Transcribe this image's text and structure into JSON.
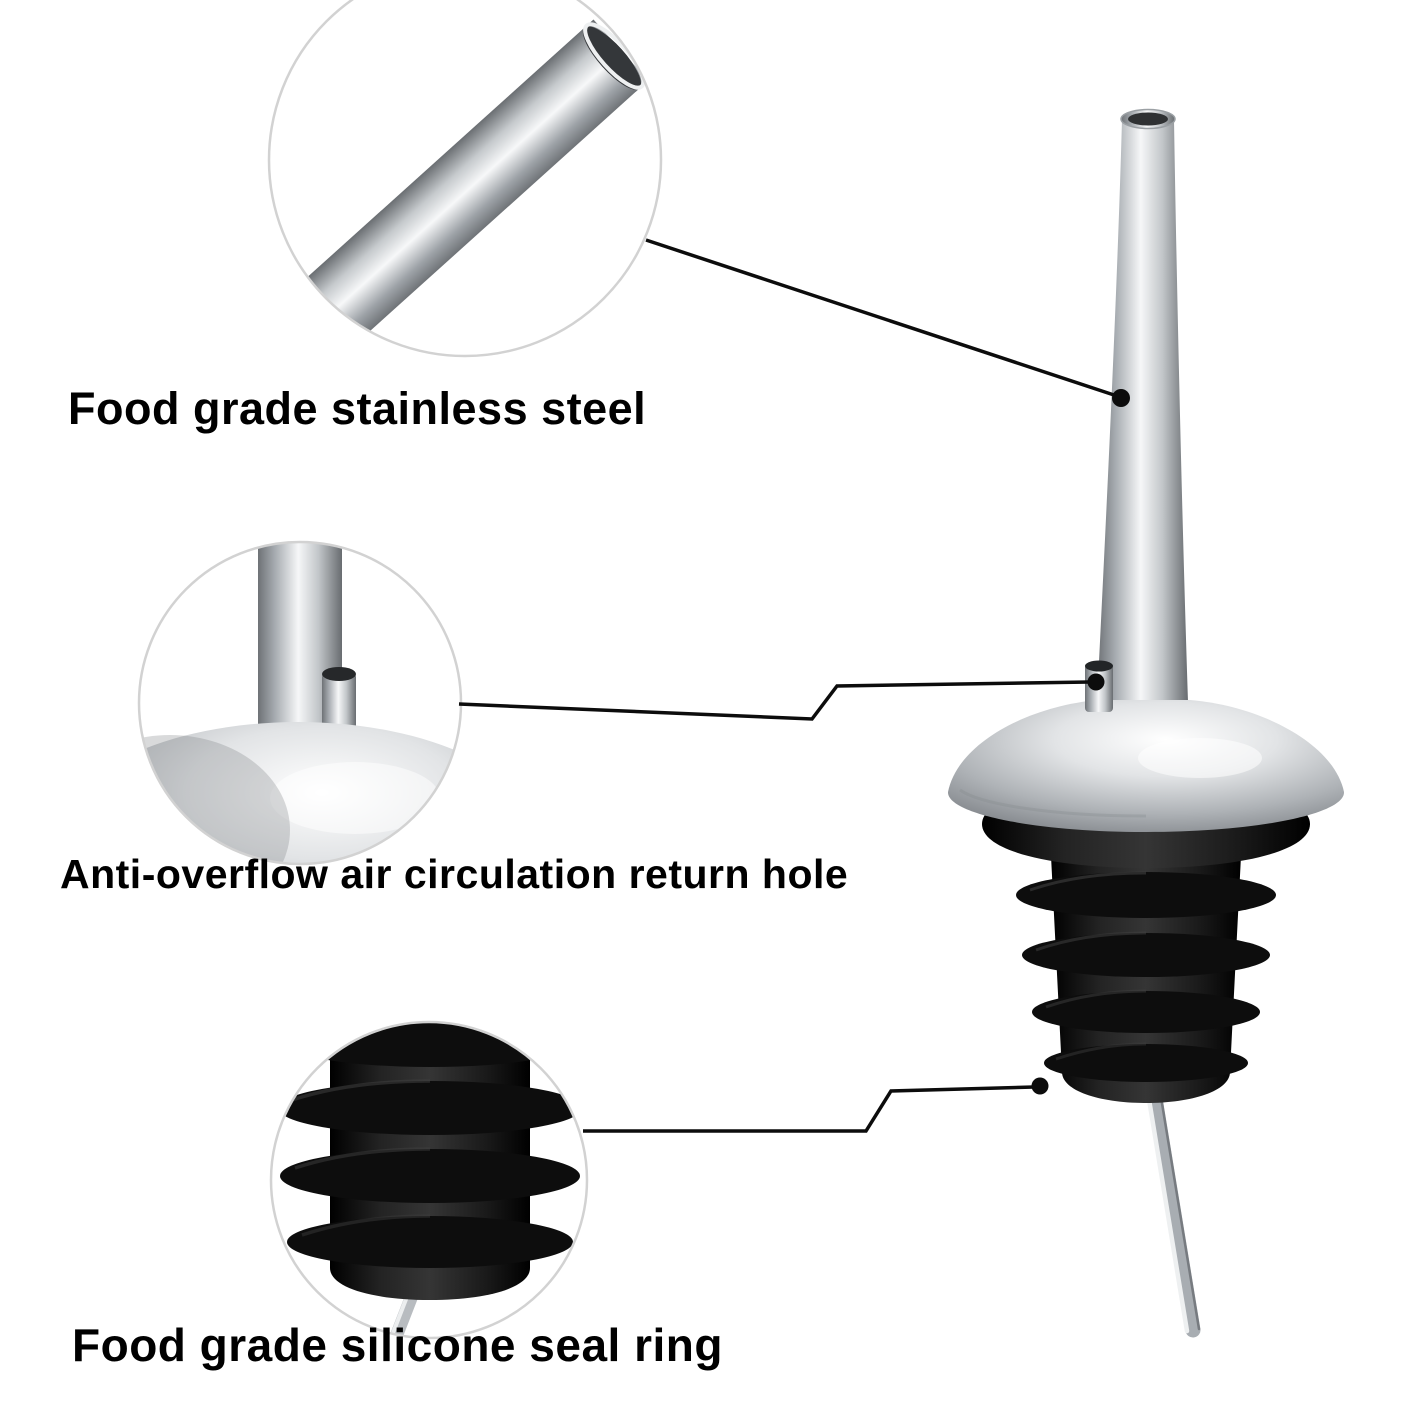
{
  "labels": {
    "stainless_steel": "Food grade stainless steel",
    "air_return_hole": "Anti-overflow air circulation return hole",
    "silicone_seal_ring": "Food grade silicone seal ring"
  },
  "colors": {
    "background": "#ffffff",
    "text": "#000000",
    "callout_line": "#0c0c0c",
    "callout_ring": "#d2d2d2",
    "steel_highlight": "#f6f7f8",
    "steel_shadow": "#6e7276",
    "rubber_black": "#101010"
  }
}
